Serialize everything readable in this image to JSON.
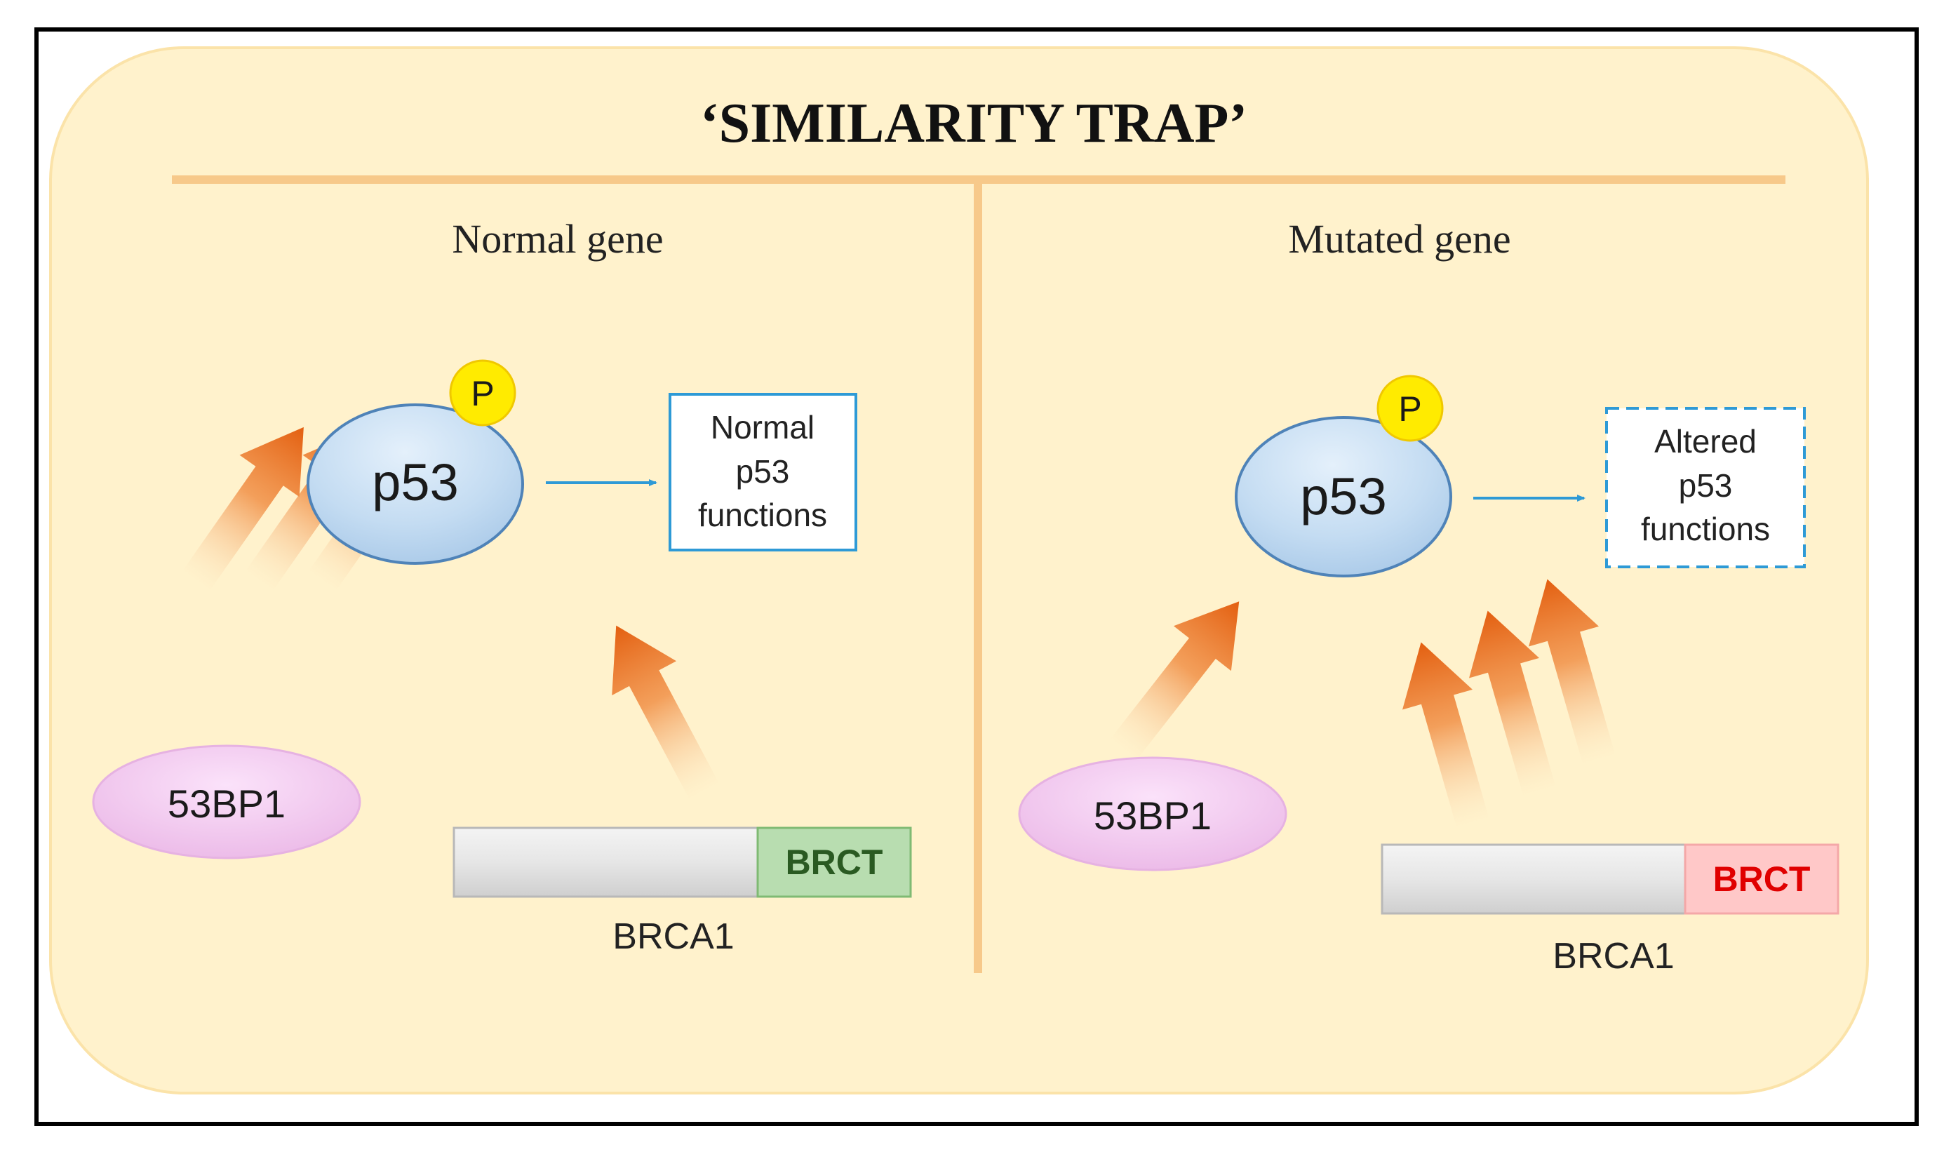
{
  "title": "‘SIMILARITY TRAP’",
  "panels": {
    "normal": {
      "heading": "Normal gene",
      "p53_label": "p53",
      "phospho_label": "P",
      "outcome_lines": [
        "Normal",
        "p53",
        "functions"
      ],
      "protein_53bp1": "53BP1",
      "domain_label": "BRCT",
      "gene_label": "BRCA1",
      "arrows_53bp1": 3,
      "arrows_brca1": 1,
      "domain_color": "#b8ddb0",
      "domain_text_color": "#2a5a22"
    },
    "mutated": {
      "heading": "Mutated gene",
      "p53_label": "p53",
      "phospho_label": "P",
      "outcome_lines": [
        "Altered",
        "p53",
        "functions"
      ],
      "protein_53bp1": "53BP1",
      "domain_label": "BRCT",
      "gene_label": "BRCA1",
      "arrows_53bp1": 1,
      "arrows_brca1": 3,
      "domain_color": "#ffc8c8",
      "domain_text_color": "#e00000"
    }
  },
  "colors": {
    "background_panel": "#fff2cc",
    "divider": "#f7c98a",
    "p53_fill": "#bcd8f0",
    "phospho_fill": "#ffeb00",
    "protein_53bp1_fill": "#f3c8f0",
    "arrow": "#e8661a",
    "connector": "#2e9ad6"
  }
}
